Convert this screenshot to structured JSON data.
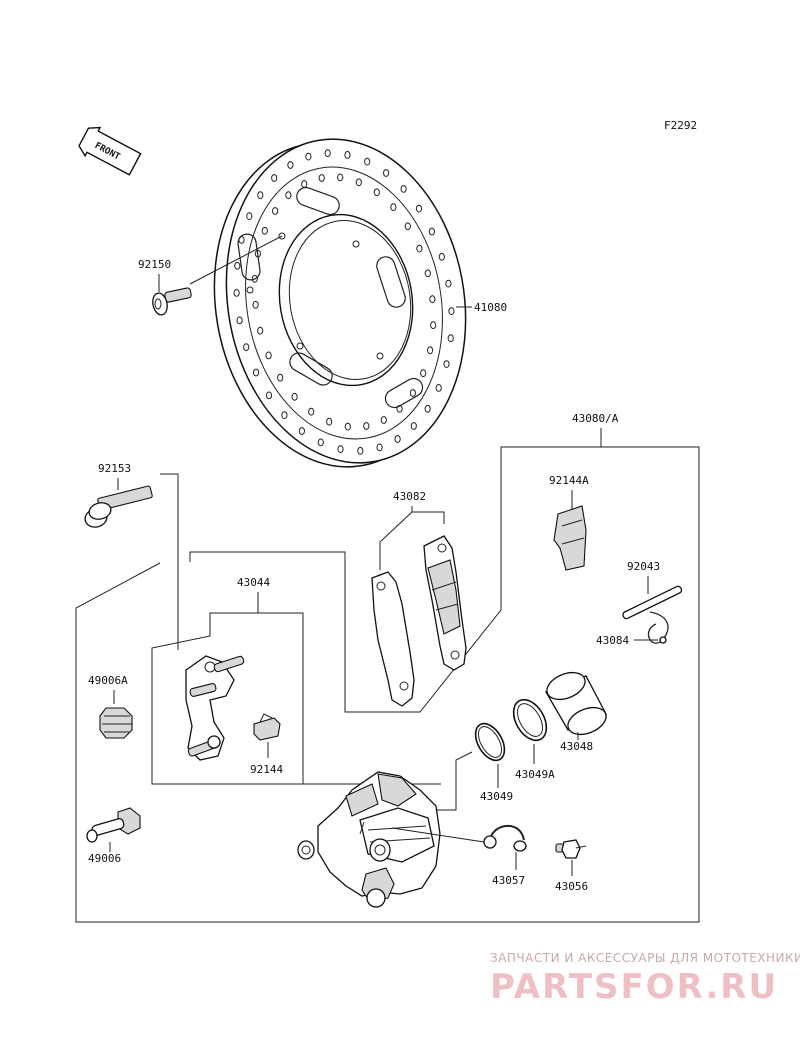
{
  "figure_code": "F2292",
  "front_label": "FRONT",
  "parts": {
    "disc": "41080",
    "disc_bolt": "92150",
    "caliper_assembly": "43080/A",
    "caliper_bolt": "92153",
    "pad_set": "43082",
    "pad_spring": "92144A",
    "pad_pin": "92043",
    "pin_clip": "43084",
    "bracket": "43044",
    "bracket_spring": "92144",
    "boot_a": "49006A",
    "slide_pin": "49006",
    "piston": "43048",
    "dust_seal": "43049A",
    "piston_seal": "43049",
    "bleeder_cap": "43057",
    "bleeder_valve": "43056"
  },
  "watermark": {
    "line1": "ЗАПЧАСТИ И АКСЕССУАРЫ ДЛЯ МОТОТЕХНИКИ",
    "line2": "PARTSFOR.RU"
  },
  "colors": {
    "line": "#222222",
    "watermark_text": "#c9a9a9",
    "watermark_logo": "#eec0c4"
  }
}
